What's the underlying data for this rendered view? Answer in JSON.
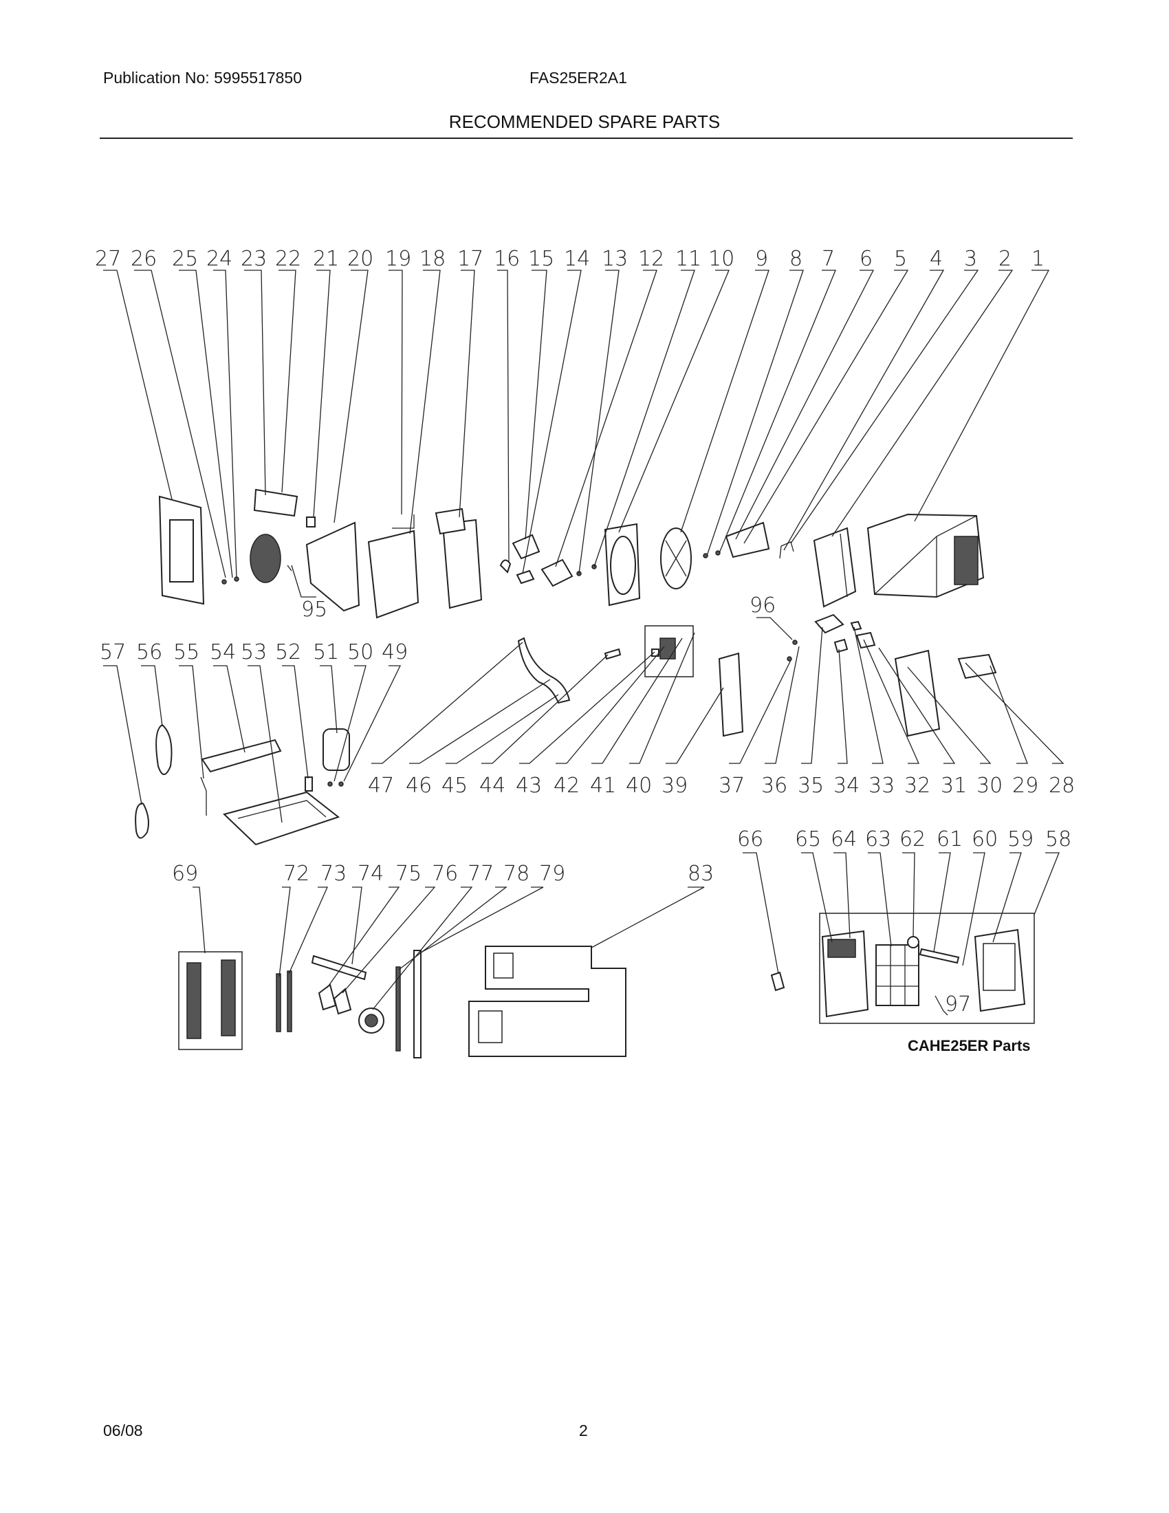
{
  "header": {
    "publication": "Publication No: 5995517850",
    "model": "FAS25ER2A1",
    "title": "RECOMMENDED SPARE PARTS"
  },
  "footer": {
    "date": "06/08",
    "page": "2"
  },
  "diagram": {
    "parts_caption": "CAHE25ER Parts",
    "callouts": [
      "1",
      "2",
      "3",
      "4",
      "5",
      "6",
      "7",
      "8",
      "9",
      "10",
      "11",
      "12",
      "13",
      "14",
      "15",
      "16",
      "17",
      "18",
      "19",
      "20",
      "21",
      "22",
      "23",
      "24",
      "25",
      "26",
      "27",
      "28",
      "29",
      "30",
      "31",
      "32",
      "33",
      "34",
      "35",
      "36",
      "37",
      "39",
      "40",
      "41",
      "42",
      "43",
      "44",
      "45",
      "46",
      "47",
      "49",
      "50",
      "51",
      "52",
      "53",
      "54",
      "55",
      "56",
      "57",
      "58",
      "59",
      "60",
      "61",
      "62",
      "63",
      "64",
      "65",
      "66",
      "69",
      "72",
      "73",
      "74",
      "75",
      "76",
      "77",
      "78",
      "79",
      "83",
      "95",
      "96",
      "97"
    ]
  }
}
